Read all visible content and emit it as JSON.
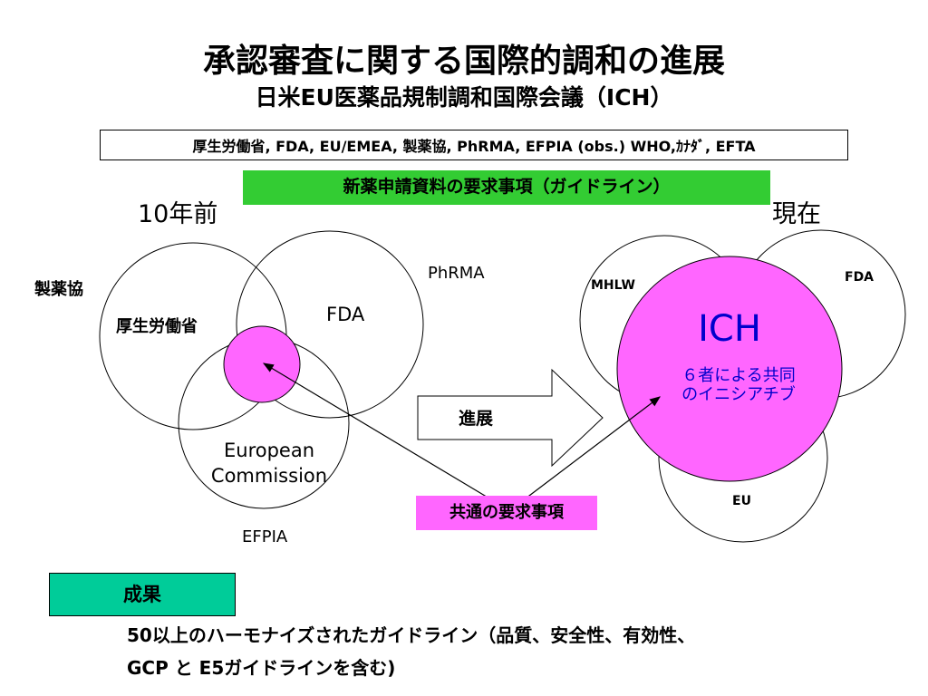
{
  "title": "承認審査に関する国際的調和の進展",
  "subtitle": "日米EU医薬品規制調和国際会議（ICH）",
  "members": "厚生労働省, FDA, EU/EMEA, 製薬協, PhRMA, EFPIA  (obs.) WHO,ｶﾅﾀﾞ, EFTA",
  "guideline_bar": "新薬申請資料の要求事項（ガイドライン）",
  "past": {
    "label": "10年前",
    "circles": {
      "mhlw": "厚生労働省",
      "fda": "FDA",
      "ec_line1": "European",
      "ec_line2": "Commission"
    },
    "industry": {
      "jpma": "製薬協",
      "phrma": "PhRMA",
      "efpia": "EFPIA"
    }
  },
  "progress_arrow": "進展",
  "present": {
    "label": "現在",
    "circles": {
      "mhlw": "MHLW",
      "fda": "FDA",
      "eu": "EU"
    },
    "ich": "ICH",
    "ich_desc_line1": "６者による共同",
    "ich_desc_line2": "のイニシアチブ"
  },
  "common_requirements": "共通の要求事項",
  "result": {
    "label": "成果",
    "line1": "50以上のハーモナイズされたガイドライン（品質、安全性、有効性、",
    "line2": "GCP と E5ガイドラインを含む)"
  },
  "colors": {
    "green_bar": "#33cc33",
    "magenta": "#ff66ff",
    "ich_text": "#0000cc",
    "result_box": "#00cc99"
  }
}
